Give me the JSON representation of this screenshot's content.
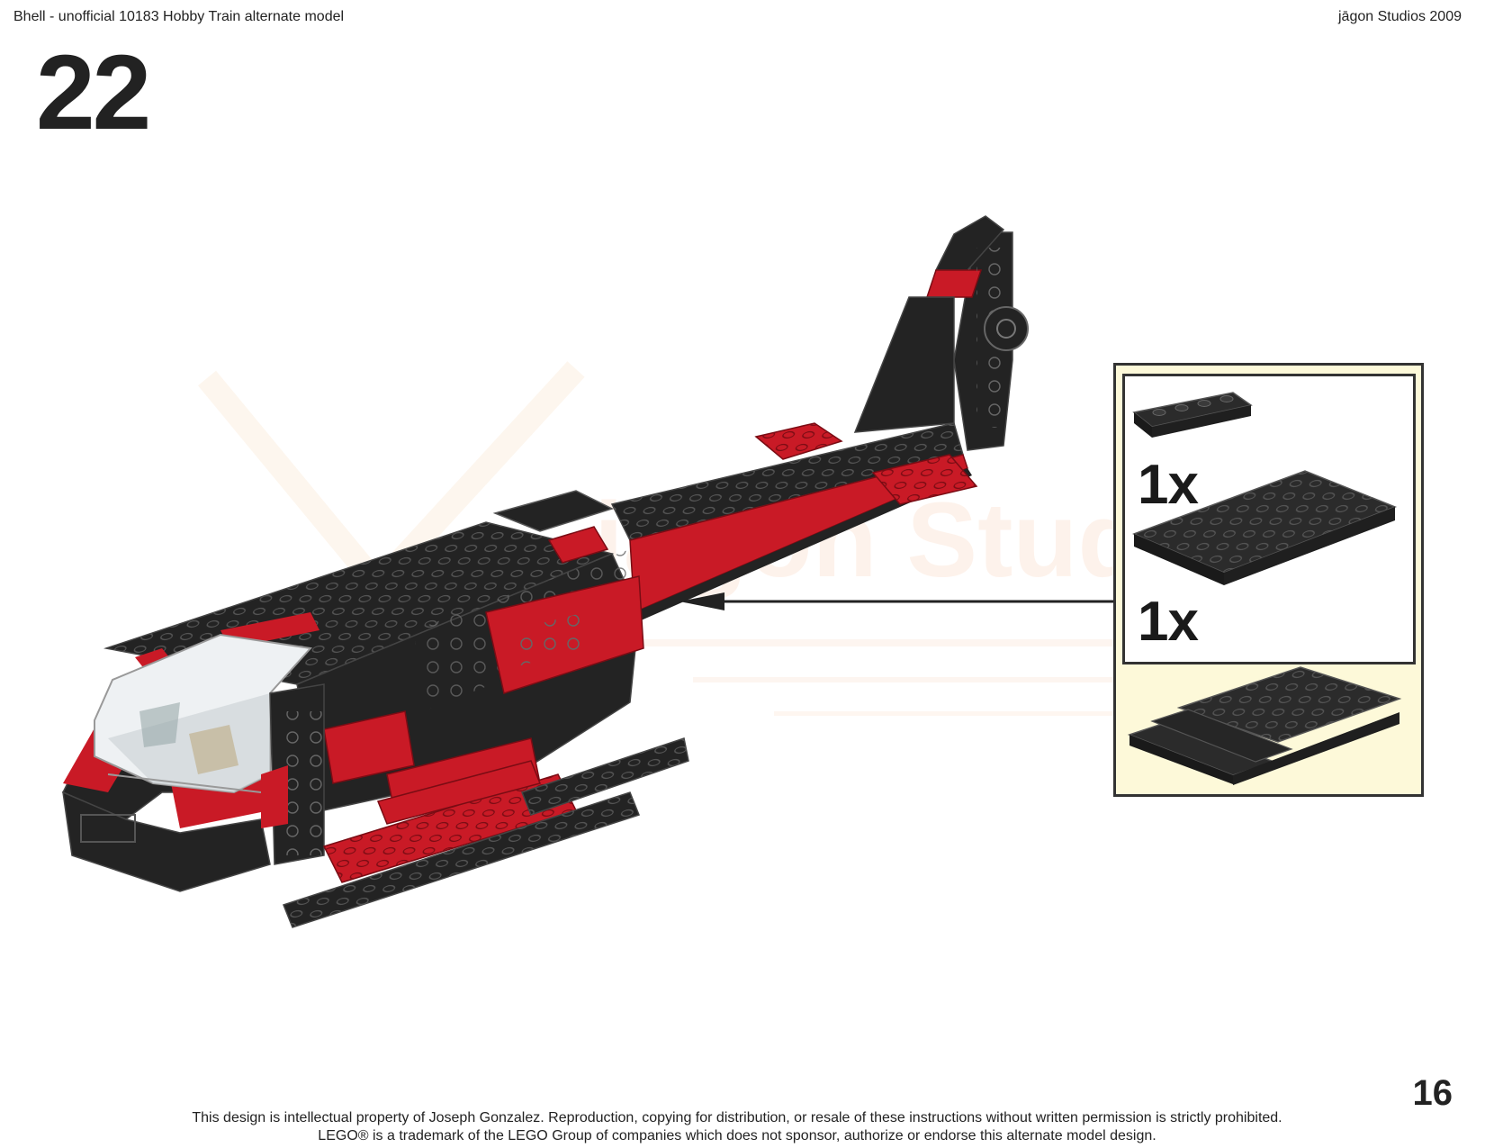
{
  "header": {
    "left": "Bhell - unofficial 10183 Hobby Train alternate model",
    "right": "jāgon Studios 2009"
  },
  "step": {
    "number": "22"
  },
  "watermark": {
    "text": "jāgon Studios"
  },
  "callout": {
    "parts": [
      {
        "icon": "black-plate-1x4-icon",
        "quantity": "1x"
      },
      {
        "icon": "black-plate-4x8-icon",
        "quantity": "1x"
      }
    ],
    "assembly_icon": "black-plate-subassembly-icon"
  },
  "colors": {
    "black_brick": "#232323",
    "red_brick": "#c91a26",
    "callout_background": "#fdf9d9",
    "border": "#333333"
  },
  "page": {
    "number": "16"
  },
  "footer": {
    "line1": "This design is intellectual property of Joseph Gonzalez.  Reproduction, copying for distribution, or resale of these instructions without written permission is strictly prohibited.",
    "line2": "LEGO® is a trademark of the LEGO Group of companies which does not sponsor, authorize or endorse this alternate model design."
  }
}
